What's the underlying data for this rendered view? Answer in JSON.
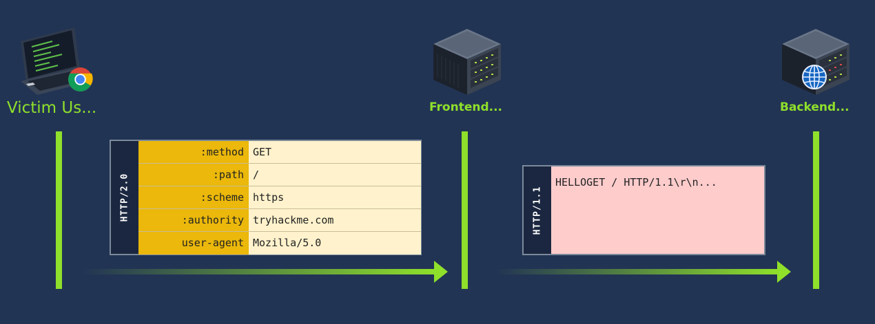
{
  "nodes": {
    "victim": {
      "label": "Victim Us..."
    },
    "frontend": {
      "label": "Frontend..."
    },
    "backend": {
      "label": "Backend..."
    }
  },
  "http2_frame": {
    "protocol_label": "HTTP/2.0",
    "headers": [
      {
        "key": ":method",
        "value": "GET"
      },
      {
        "key": ":path",
        "value": "/"
      },
      {
        "key": ":scheme",
        "value": "https"
      },
      {
        "key": ":authority",
        "value": "tryhackme.com"
      },
      {
        "key": "user-agent",
        "value": "Mozilla/5.0"
      }
    ]
  },
  "http1_frame": {
    "protocol_label": "HTTP/1.1",
    "content": "HELLOGET / HTTP/1.1\\r\\n..."
  },
  "colors": {
    "background": "#223454",
    "accent_green": "#8fe02b",
    "key_fill": "#ebb80b",
    "value_fill": "#fff2cc",
    "http1_fill": "#ffcccc",
    "side_band": "#1b2740"
  }
}
